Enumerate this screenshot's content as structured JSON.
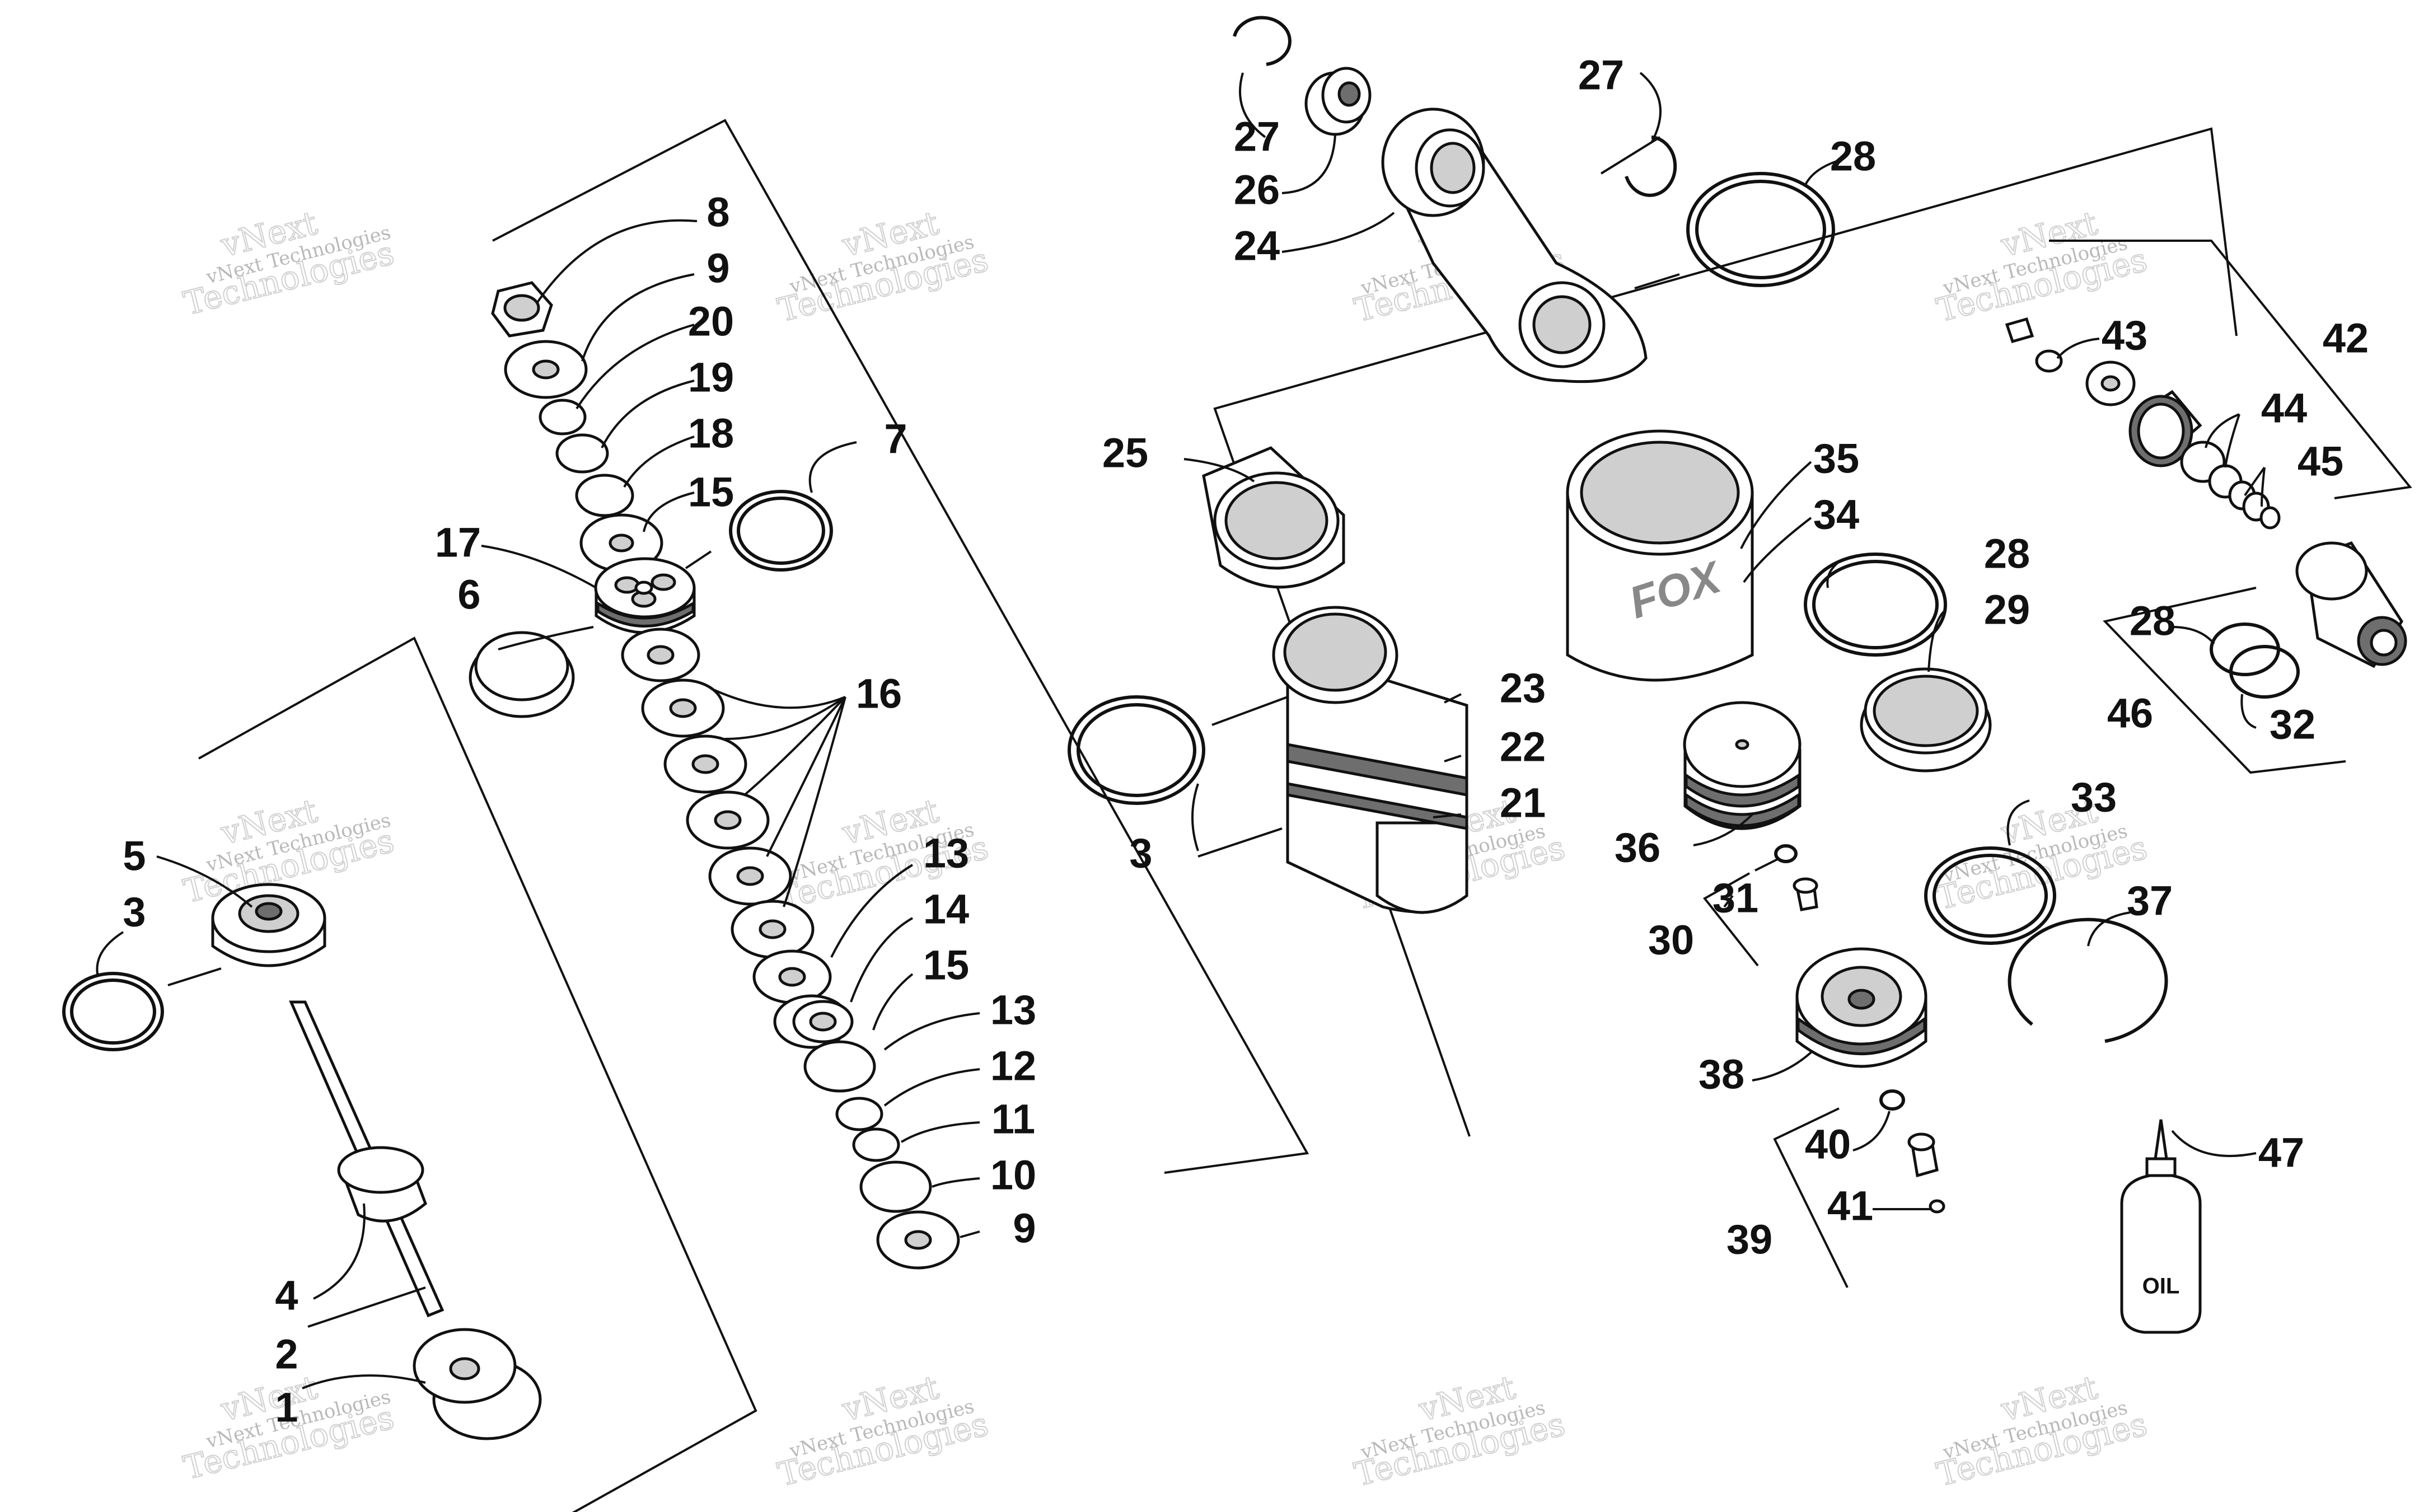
{
  "diagram": {
    "callouts": [
      {
        "id": "c1",
        "label": "1"
      },
      {
        "id": "c2",
        "label": "2"
      },
      {
        "id": "c3a",
        "label": "3"
      },
      {
        "id": "c3b",
        "label": "3"
      },
      {
        "id": "c4",
        "label": "4"
      },
      {
        "id": "c5",
        "label": "5"
      },
      {
        "id": "c6",
        "label": "6"
      },
      {
        "id": "c7",
        "label": "7"
      },
      {
        "id": "c8",
        "label": "8"
      },
      {
        "id": "c9a",
        "label": "9"
      },
      {
        "id": "c9b",
        "label": "9"
      },
      {
        "id": "c10",
        "label": "10"
      },
      {
        "id": "c11",
        "label": "11"
      },
      {
        "id": "c12",
        "label": "12"
      },
      {
        "id": "c13a",
        "label": "13"
      },
      {
        "id": "c13b",
        "label": "13"
      },
      {
        "id": "c14",
        "label": "14"
      },
      {
        "id": "c15a",
        "label": "15"
      },
      {
        "id": "c15b",
        "label": "15"
      },
      {
        "id": "c16",
        "label": "16"
      },
      {
        "id": "c17",
        "label": "17"
      },
      {
        "id": "c18",
        "label": "18"
      },
      {
        "id": "c19",
        "label": "19"
      },
      {
        "id": "c20",
        "label": "20"
      },
      {
        "id": "c21",
        "label": "21"
      },
      {
        "id": "c22",
        "label": "22"
      },
      {
        "id": "c23",
        "label": "23"
      },
      {
        "id": "c24",
        "label": "24"
      },
      {
        "id": "c25",
        "label": "25"
      },
      {
        "id": "c26",
        "label": "26"
      },
      {
        "id": "c27a",
        "label": "27"
      },
      {
        "id": "c27b",
        "label": "27"
      },
      {
        "id": "c28a",
        "label": "28"
      },
      {
        "id": "c28b",
        "label": "28"
      },
      {
        "id": "c28c",
        "label": "28"
      },
      {
        "id": "c29",
        "label": "29"
      },
      {
        "id": "c30",
        "label": "30"
      },
      {
        "id": "c31",
        "label": "31"
      },
      {
        "id": "c32",
        "label": "32"
      },
      {
        "id": "c33",
        "label": "33"
      },
      {
        "id": "c34",
        "label": "34"
      },
      {
        "id": "c35",
        "label": "35"
      },
      {
        "id": "c36",
        "label": "36"
      },
      {
        "id": "c37",
        "label": "37"
      },
      {
        "id": "c38",
        "label": "38"
      },
      {
        "id": "c39",
        "label": "39"
      },
      {
        "id": "c40",
        "label": "40"
      },
      {
        "id": "c41",
        "label": "41"
      },
      {
        "id": "c42",
        "label": "42"
      },
      {
        "id": "c43",
        "label": "43"
      },
      {
        "id": "c44",
        "label": "44"
      },
      {
        "id": "c45",
        "label": "45"
      },
      {
        "id": "c46",
        "label": "46"
      },
      {
        "id": "c47",
        "label": "47"
      }
    ],
    "oil_label": "OIL",
    "part_lettering": "FOX",
    "watermark": {
      "line1": "vNext Technologies",
      "line2a": "vNext",
      "line2b": "Technologies"
    }
  }
}
